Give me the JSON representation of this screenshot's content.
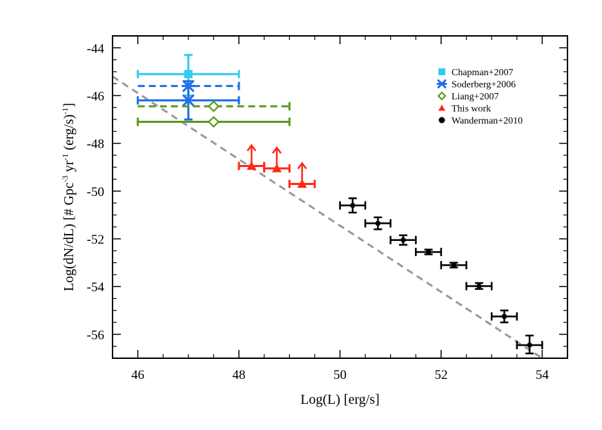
{
  "chart_data": {
    "type": "scatter",
    "xlabel": "Log(L) [erg/s]",
    "ylabel_parts": {
      "a": "Log(dN/dL) [# Gpc",
      "sup1": "-3",
      "b": " yr",
      "sup2": "-1",
      "c": " (erg/s)",
      "sup3": "-1",
      "d": "]"
    },
    "xlim": [
      45.5,
      54.5
    ],
    "ylim": [
      -57,
      -43.5
    ],
    "xticks": [
      46,
      48,
      50,
      52,
      54
    ],
    "yticks": [
      -44,
      -46,
      -48,
      -50,
      -52,
      -54,
      -56
    ],
    "xtick_labels": [
      "46",
      "48",
      "50",
      "52",
      "54"
    ],
    "ytick_labels": [
      "-44",
      "-46",
      "-48",
      "-50",
      "-52",
      "-54",
      "-56"
    ],
    "legend_position": "top-right",
    "fit_line": {
      "style": "dashed",
      "color": "#9a9a9a",
      "x": [
        45.5,
        54.0
      ],
      "y": [
        -45.2,
        -57.0
      ]
    },
    "series": [
      {
        "name": "Chapman+2007",
        "marker": "square",
        "color": "#33ccf0",
        "points": [
          {
            "x": 47.0,
            "y": -45.1,
            "x_lo": 46.0,
            "x_hi": 48.0,
            "y_lo": -46.0,
            "y_hi": -44.3
          }
        ]
      },
      {
        "name": "Soderberg+2006",
        "marker": "asterisk",
        "color": "#1f6de8",
        "points": [
          {
            "x": 47.0,
            "y": -45.6,
            "x_lo": 46.0,
            "x_hi": 48.0,
            "dashed": true
          },
          {
            "x": 47.0,
            "y": -46.2,
            "x_lo": 46.0,
            "x_hi": 48.0,
            "y_lo": -47.0,
            "y_hi": -45.4
          }
        ]
      },
      {
        "name": "Liang+2007",
        "marker": "diamond-open",
        "color": "#5a9a1a",
        "points": [
          {
            "x": 47.5,
            "y": -46.45,
            "x_lo": 46.0,
            "x_hi": 49.0,
            "dashed": true
          },
          {
            "x": 47.5,
            "y": -47.1,
            "x_lo": 46.0,
            "x_hi": 49.0
          }
        ]
      },
      {
        "name": "This work",
        "marker": "triangle",
        "color": "#ff2a1a",
        "lower_limit": true,
        "points": [
          {
            "x": 48.25,
            "y": -48.95,
            "x_lo": 48.0,
            "x_hi": 48.5
          },
          {
            "x": 48.75,
            "y": -49.05,
            "x_lo": 48.5,
            "x_hi": 49.0
          },
          {
            "x": 49.25,
            "y": -49.7,
            "x_lo": 49.0,
            "x_hi": 49.5
          }
        ]
      },
      {
        "name": "Wanderman+2010",
        "marker": "circle",
        "color": "#000000",
        "points": [
          {
            "x": 50.25,
            "y": -50.6,
            "x_lo": 50.0,
            "x_hi": 50.5,
            "y_lo": -50.9,
            "y_hi": -50.3
          },
          {
            "x": 50.75,
            "y": -51.35,
            "x_lo": 50.5,
            "x_hi": 51.0,
            "y_lo": -51.6,
            "y_hi": -51.1
          },
          {
            "x": 51.25,
            "y": -52.05,
            "x_lo": 51.0,
            "x_hi": 51.5,
            "y_lo": -52.25,
            "y_hi": -51.85
          },
          {
            "x": 51.75,
            "y": -52.55,
            "x_lo": 51.5,
            "x_hi": 52.0,
            "y_lo": -52.65,
            "y_hi": -52.45
          },
          {
            "x": 52.25,
            "y": -53.1,
            "x_lo": 52.0,
            "x_hi": 52.5,
            "y_lo": -53.2,
            "y_hi": -53.0
          },
          {
            "x": 52.75,
            "y": -53.98,
            "x_lo": 52.5,
            "x_hi": 53.0,
            "y_lo": -54.1,
            "y_hi": -53.85
          },
          {
            "x": 53.25,
            "y": -55.25,
            "x_lo": 53.0,
            "x_hi": 53.5,
            "y_lo": -55.5,
            "y_hi": -55.0
          },
          {
            "x": 53.75,
            "y": -56.45,
            "x_lo": 53.5,
            "x_hi": 54.0,
            "y_lo": -56.8,
            "y_hi": -56.05
          }
        ]
      }
    ]
  }
}
